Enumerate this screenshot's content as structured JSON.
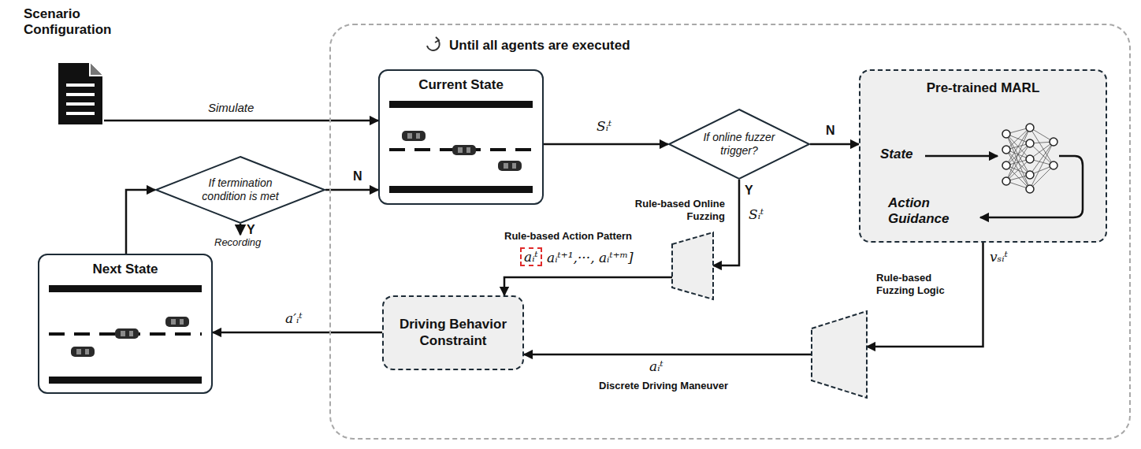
{
  "diagram": {
    "nodes": [
      {
        "text": [
          "Scenario Configuration"
        ]
      },
      {
        "text": [
          "Until all agents are executed"
        ]
      },
      {
        "text": [
          "Current State"
        ],
        "in": 1
      },
      {
        "text": [
          "If online fuzzer trigger?"
        ],
        "in": 1
      },
      {
        "text": [
          "Pre-trained MARL",
          "State",
          "Action Guidance"
        ],
        "in": 1
      },
      {
        "text": [
          "Rule-based Online Fuzzing"
        ],
        "in": 1
      },
      {
        "text": [
          "Rule-based Fuzzing Logic"
        ],
        "in": 1
      },
      {
        "text": [
          "Driving Behavior Constraint"
        ],
        "in": 1
      },
      {
        "text": [
          "If termination condition is met"
        ]
      },
      {
        "text": [
          "Next State"
        ]
      }
    ],
    "edges": [
      {
        "from": 0,
        "to": 2,
        "label": "Simulate",
        "arrow": "to"
      },
      {
        "from": 2,
        "to": 3,
        "label": "Sᵢᵗ",
        "arrow": "to"
      },
      {
        "from": 3,
        "to": 4,
        "label": "N",
        "arrow": "to"
      },
      {
        "from": 3,
        "to": 5,
        "label": "Sᵢᵗ",
        "arrow": "to"
      },
      {
        "from": 4,
        "to": 6,
        "label": "vₛᵢᵗ",
        "arrow": "to"
      },
      {
        "from": 6,
        "to": 7,
        "label": "aᵢᵗ",
        "arrow": "to"
      },
      {
        "from": 5,
        "to": 7,
        "arrow": "to"
      },
      {
        "from": 7,
        "to": 9,
        "label": "a′ᵢᵗ",
        "arrow": "to"
      },
      {
        "from": 9,
        "to": 8,
        "arrow": "to"
      },
      {
        "from": 8,
        "to": 2,
        "label": "N",
        "arrow": "to"
      }
    ],
    "labels": [
      "Y",
      "Rule-based Action Pattern",
      "aᵢᵗ",
      "aᵢᵗ⁺¹,···, aᵢᵗ⁺ᵐ]",
      "Discrete Driving Maneuver",
      "Y",
      "Recording"
    ]
  }
}
